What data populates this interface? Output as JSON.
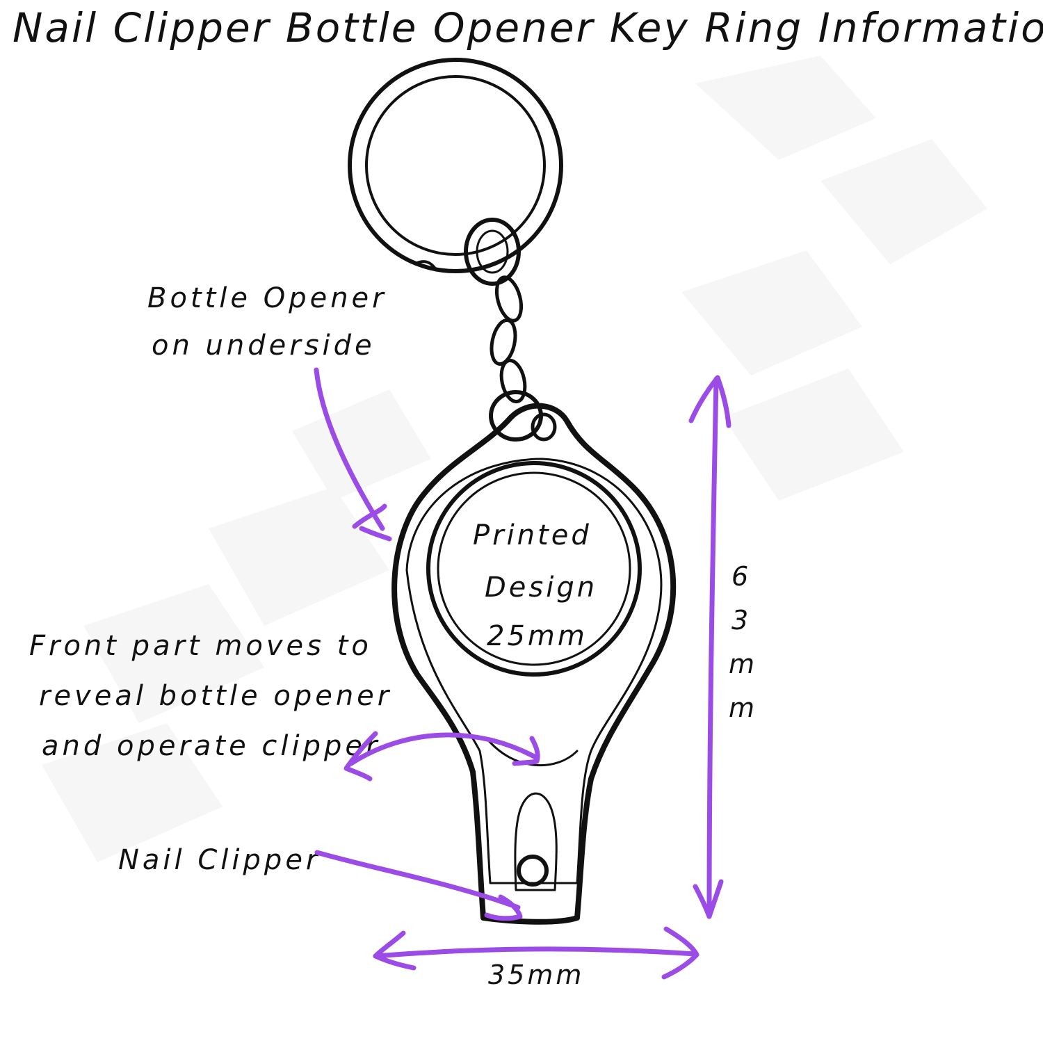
{
  "title": "Nail Clipper Bottle Opener Key Ring Information",
  "annotations": {
    "bottle_opener": [
      "Bottle Opener",
      "on underside"
    ],
    "front_part": [
      "Front part moves to",
      "reveal bottle opener",
      "and operate clipper"
    ],
    "nail_clipper": "Nail Clipper"
  },
  "center_label": [
    "Printed",
    "Design",
    "25mm"
  ],
  "dimensions": {
    "height": [
      "6",
      "3",
      "m",
      "m"
    ],
    "width": "35mm"
  },
  "colors": {
    "ink": "#111111",
    "arrow": "#9b4ce6",
    "background": "#ffffff"
  }
}
